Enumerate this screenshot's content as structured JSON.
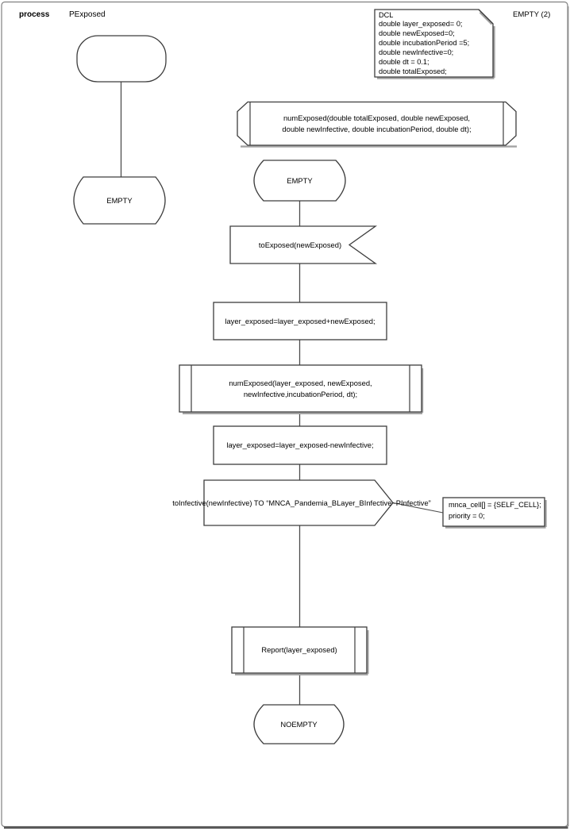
{
  "header": {
    "process_label": "process",
    "process_name": "PExposed",
    "page_ref": "EMPTY (2)"
  },
  "dcl_note": {
    "lines": [
      "DCL",
      "double layer_exposed= 0;",
      "double newExposed=0;",
      "double incubationPeriod =5;",
      "double newInfective=0;",
      "double dt = 0.1;",
      "double totalExposed;"
    ]
  },
  "procedure_declaration": {
    "line1": "numExposed(double totalExposed, double newExposed,",
    "line2": "double newInfective, double incubationPeriod, double dt);"
  },
  "states": {
    "start": "",
    "empty_left": "EMPTY",
    "empty_right": "EMPTY",
    "noempty": "NOEMPTY"
  },
  "input_signal": {
    "label": "toExposed(newExposed)"
  },
  "tasks": {
    "add_exposed": "layer_exposed=layer_exposed+newExposed;",
    "subtract_infective": "layer_exposed=layer_exposed-newInfective;"
  },
  "procedure_calls": {
    "num_exposed_line1": "numExposed(layer_exposed, newExposed,",
    "num_exposed_line2": "newInfective,incubationPeriod, dt);",
    "report": "Report(layer_exposed)"
  },
  "output_signal": {
    "label": "toInfective(newInfective) TO “MNCA_Pandemia_BLayer_BInfective~PInfective”"
  },
  "comment": {
    "line1": "mnca_cell[] = {SELF_CELL};",
    "line2": "priority = 0;"
  },
  "colors": {
    "shape_stroke": "#3d3d3d",
    "connector": "#4d4d4d",
    "shadow": "#a3a3a3",
    "page_border": "#808080",
    "background": "#ffffff"
  }
}
